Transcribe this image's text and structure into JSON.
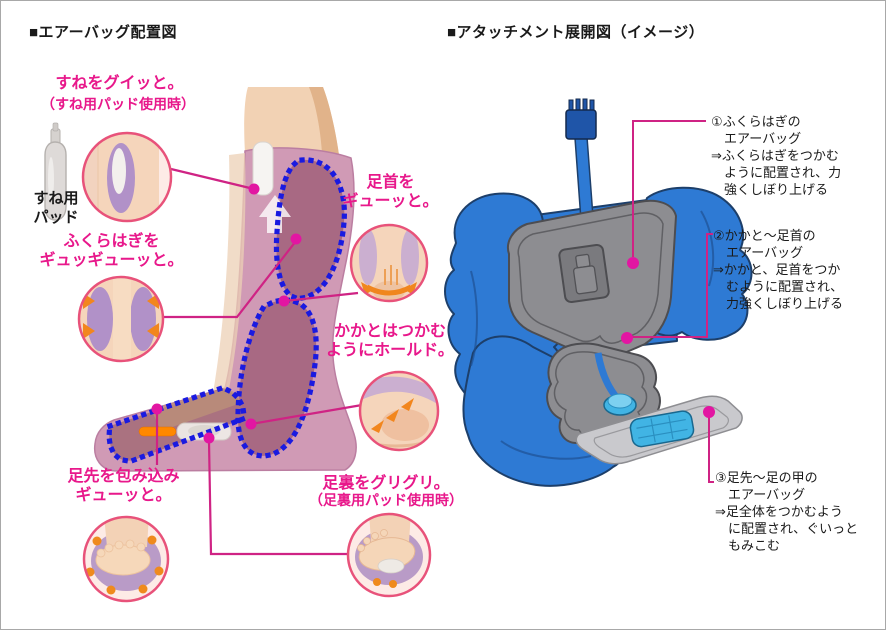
{
  "left_panel": {
    "header": "■エアーバッグ配置図",
    "pad_label": "すね用\nパッド",
    "callouts": {
      "shin_title": "すねをグイッと。",
      "shin_subtitle": "（すね用パッド使用時）",
      "calf_title": "ふくらはぎを\nギュッギューッと。",
      "ankle_title": "足首を\nギューッと。",
      "heel_title": "かかとはつかむ\nようにホールド。",
      "toe_title": "足先を包み込み\nギューッと。",
      "sole_title": "足裏をグリグリ。",
      "sole_subtitle": "（足裏用パッド使用時）"
    }
  },
  "right_panel": {
    "header": "■アタッチメント展開図（イメージ）",
    "annotations": [
      {
        "text": "①ふくらはぎの\n　エアーバッグ\n⇒ふくらはぎをつかむ\n　ように配置され、力\n　強くしぼり上げる"
      },
      {
        "text": "②かかと～足首の\n　エアーバッグ\n⇒かかと、足首をつか\n　むように配置され、\n　力強くしぼり上げる"
      },
      {
        "text": "③足先～足の甲の\n　エアーバッグ\n⇒足全体をつかむよう\n　に配置され、ぐいっと\n　もみこむ"
      }
    ]
  },
  "colors": {
    "accent_pink_text": "#e8188b",
    "callout_circle_stroke": "#e8527a",
    "connector_line": "#cf2384",
    "connector_dot": "#e216a2",
    "airbag_dotted_blue": "#1a1ae0",
    "massage_orange": "#f2861d",
    "sleeve_mauve": "#d09ab5",
    "attachment_blue": "#2e7ad4",
    "airbag_gray": "#8d8d91"
  }
}
